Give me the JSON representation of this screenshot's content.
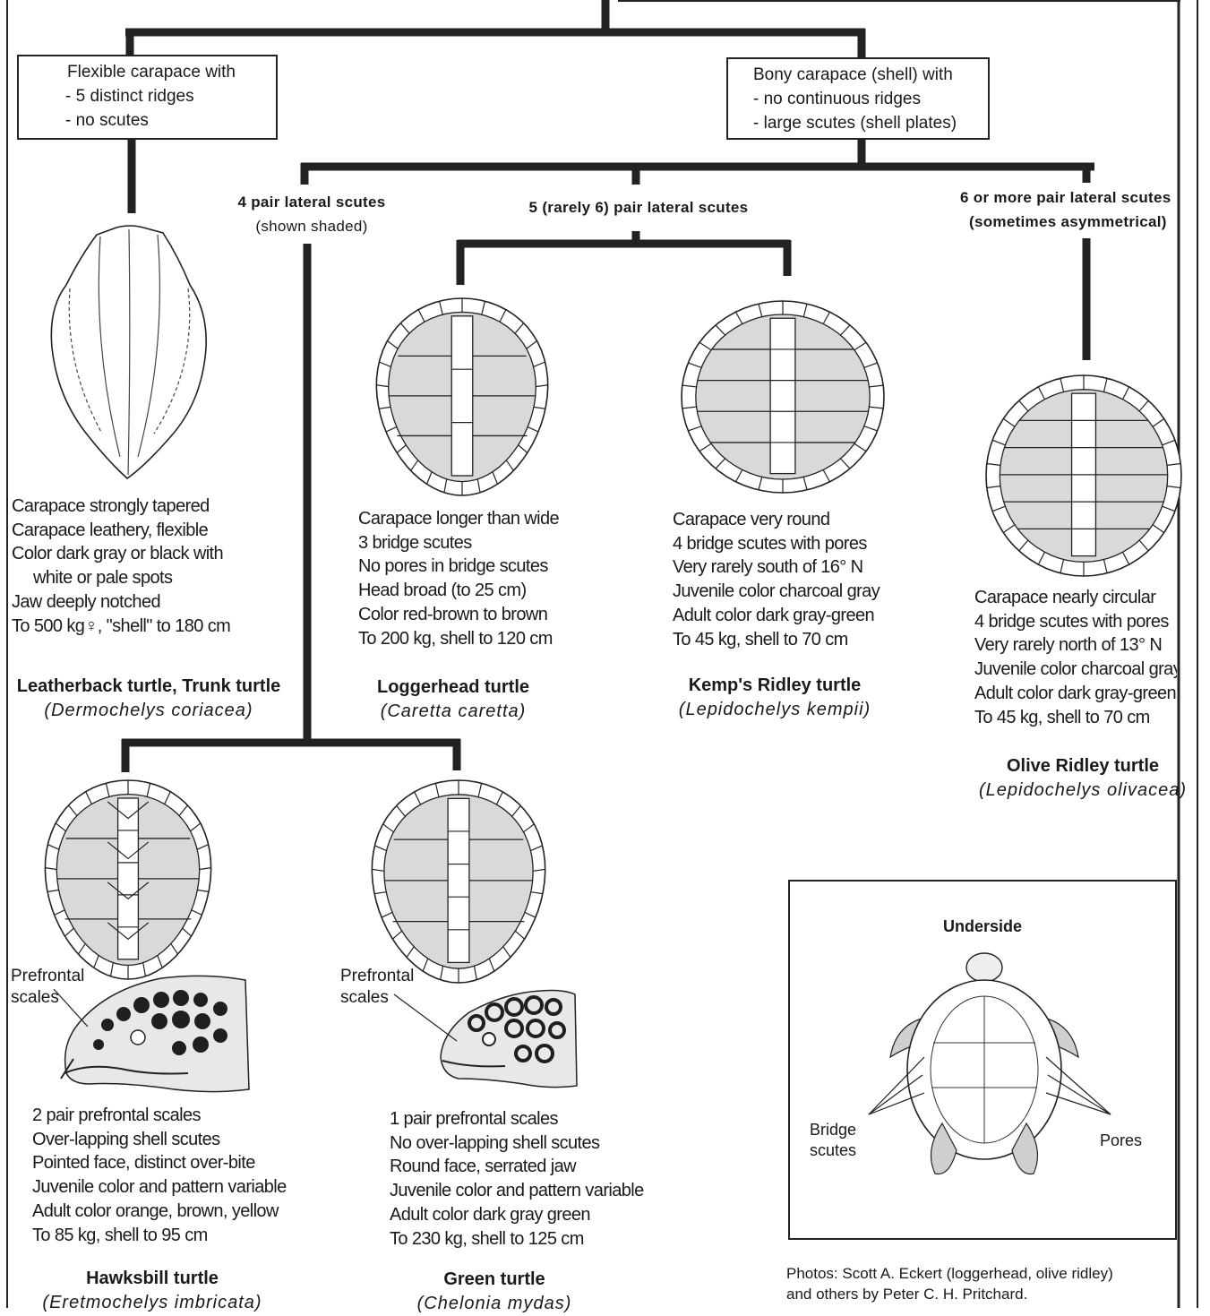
{
  "boxes": {
    "leatherback_key": {
      "line1": "Flexible carapace with",
      "line2": "- 5 distinct ridges",
      "line3": "- no scutes"
    },
    "bony_key": {
      "line1": "Bony carapace (shell) with",
      "line2": "- no continuous ridges",
      "line3": "- large scutes (shell plates)"
    }
  },
  "branches": {
    "four_pair": {
      "title": "4 pair lateral scutes",
      "sub": "(shown shaded)"
    },
    "five_pair": {
      "title": "5 (rarely 6) pair lateral scutes"
    },
    "six_pair": {
      "title": "6 or more pair lateral scutes",
      "sub": "(sometimes asymmetrical)"
    }
  },
  "species": {
    "leatherback": {
      "traits": [
        "Carapace strongly tapered",
        "Carapace leathery, flexible",
        "Color dark gray or black with",
        "white or pale spots",
        "Jaw deeply notched",
        "To 500 kg♀, \"shell\" to 180 cm"
      ],
      "common": "Leatherback turtle, Trunk turtle",
      "scientific": "(Dermochelys  coriacea)"
    },
    "loggerhead": {
      "traits": [
        "Carapace longer than wide",
        "3 bridge scutes",
        "No pores in bridge scutes",
        "Head broad (to 25 cm)",
        "Color red-brown to brown",
        "To 200 kg, shell to 120 cm"
      ],
      "common": "Loggerhead turtle",
      "scientific": "(Caretta  caretta)"
    },
    "kemps": {
      "traits": [
        "Carapace very round",
        "4 bridge scutes with pores",
        "Very rarely south of 16° N",
        "Juvenile color charcoal gray",
        "Adult color dark gray-green",
        "To 45 kg, shell to 70 cm"
      ],
      "common": "Kemp's Ridley turtle",
      "scientific": "(Lepidochelys  kempii)"
    },
    "olive": {
      "traits": [
        "Carapace nearly circular",
        "4 bridge scutes with pores",
        "Very rarely north of 13° N",
        "Juvenile color charcoal gray",
        "Adult color dark gray-green",
        "To 45 kg, shell to 70 cm"
      ],
      "common": "Olive Ridley turtle",
      "scientific": "(Lepidochelys  olivacea)"
    },
    "hawksbill": {
      "head_label_1": "Prefrontal",
      "head_label_2": "scales",
      "traits": [
        "2 pair prefrontal scales",
        "Over-lapping shell scutes",
        "Pointed face, distinct over-bite",
        "Juvenile color and pattern variable",
        "Adult color orange, brown, yellow",
        "To 85 kg, shell to 95 cm"
      ],
      "common": "Hawksbill turtle",
      "scientific": "(Eretmochelys  imbricata)"
    },
    "green": {
      "head_label_1": "Prefrontal",
      "head_label_2": "scales",
      "traits": [
        "1 pair prefrontal scales",
        "No over-lapping shell scutes",
        "Round face, serrated jaw",
        "Juvenile color and pattern variable",
        "Adult color dark gray green",
        "To 230 kg, shell to 125 cm"
      ],
      "common": "Green turtle",
      "scientific": "(Chelonia  mydas)"
    }
  },
  "underside": {
    "title": "Underside",
    "bridge_1": "Bridge",
    "bridge_2": "scutes",
    "pores": "Pores"
  },
  "credit": {
    "line1": "Photos: Scott A. Eckert (loggerhead, olive ridley)",
    "line2": "and others by Peter C. H. Pritchard."
  },
  "colors": {
    "shade": "#d9d9d9",
    "ink": "#222222"
  }
}
